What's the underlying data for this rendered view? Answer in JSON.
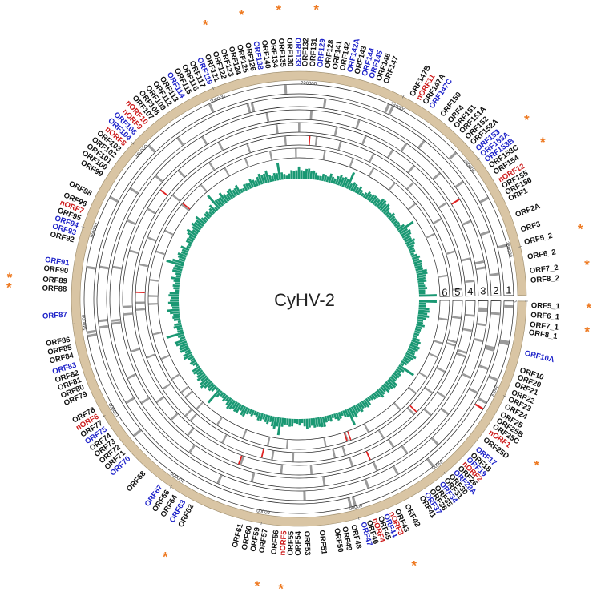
{
  "title": "CyHV-2",
  "genome_length": 290000,
  "colors": {
    "ideogram": "#d9c5a4",
    "ideogram_stroke": "#9a8a6a",
    "known": "#111111",
    "gene_blue": "#1d22c9",
    "gene_red": "#cc1a1a",
    "star": "#ee7a22",
    "hist": "#1a9873",
    "hit_gray": "#9a9a9a",
    "hit_red": "#e02020"
  },
  "track_labels": [
    "1",
    "2",
    "3",
    "4",
    "5",
    "6"
  ],
  "ticks": [
    {
      "pos": 0,
      "label": "0"
    },
    {
      "pos": 20000,
      "label": "20000"
    },
    {
      "pos": 40000,
      "label": "40000"
    },
    {
      "pos": 60000,
      "label": "60000"
    },
    {
      "pos": 80000,
      "label": "80000"
    },
    {
      "pos": 100000,
      "label": "100000"
    },
    {
      "pos": 120000,
      "label": "120000"
    },
    {
      "pos": 140000,
      "label": "140000"
    },
    {
      "pos": 160000,
      "label": "160000"
    },
    {
      "pos": 180000,
      "label": "180000"
    },
    {
      "pos": 200000,
      "label": "200000"
    },
    {
      "pos": 220000,
      "label": "220000"
    },
    {
      "pos": 240000,
      "label": "240000"
    },
    {
      "pos": 260000,
      "label": "260000"
    },
    {
      "pos": 280000,
      "label": "280000"
    }
  ],
  "genes": [
    {
      "name": "ORF5_1",
      "pos": 900,
      "cls": "k",
      "star": true
    },
    {
      "name": "ORF6_1",
      "pos": 2800,
      "cls": "k",
      "star": false
    },
    {
      "name": "ORF7_1",
      "pos": 4700,
      "cls": "k",
      "star": true
    },
    {
      "name": "ORF8_1",
      "pos": 6300,
      "cls": "k",
      "star": false
    },
    {
      "name": "ORF10A",
      "pos": 10500,
      "cls": "b",
      "star": false
    },
    {
      "name": "ORF10",
      "pos": 14000,
      "cls": "k",
      "star": false
    },
    {
      "name": "ORF20",
      "pos": 15500,
      "cls": "k",
      "star": false
    },
    {
      "name": "ORF21",
      "pos": 17000,
      "cls": "k",
      "star": false
    },
    {
      "name": "ORF22",
      "pos": 18700,
      "cls": "k",
      "star": false
    },
    {
      "name": "ORF23",
      "pos": 20200,
      "cls": "k",
      "star": false
    },
    {
      "name": "ORF24",
      "pos": 21800,
      "cls": "k",
      "star": false
    },
    {
      "name": "ORF25",
      "pos": 23600,
      "cls": "k",
      "star": false
    },
    {
      "name": "ORF25B",
      "pos": 25000,
      "cls": "k",
      "star": false
    },
    {
      "name": "ORF25C",
      "pos": 26400,
      "cls": "k",
      "star": false
    },
    {
      "name": "nORF1",
      "pos": 27800,
      "cls": "r",
      "star": true
    },
    {
      "name": "ORF25D",
      "pos": 29600,
      "cls": "k",
      "star": false
    },
    {
      "name": "ORF17",
      "pos": 32000,
      "cls": "b",
      "star": false
    },
    {
      "name": "ORF18",
      "pos": 33500,
      "cls": "k",
      "star": false
    },
    {
      "name": "ORF19",
      "pos": 34700,
      "cls": "b",
      "star": false
    },
    {
      "name": "nORF2",
      "pos": 35900,
      "cls": "r",
      "star": false
    },
    {
      "name": "ORF26",
      "pos": 37100,
      "cls": "k",
      "star": false
    },
    {
      "name": "ORF28A",
      "pos": 38300,
      "cls": "b",
      "star": false
    },
    {
      "name": "ORF30",
      "pos": 39500,
      "cls": "k",
      "star": false
    },
    {
      "name": "ORF31",
      "pos": 40700,
      "cls": "k",
      "star": false
    },
    {
      "name": "ORF34",
      "pos": 41900,
      "cls": "b",
      "star": false
    },
    {
      "name": "ORF35",
      "pos": 43100,
      "cls": "k",
      "star": false
    },
    {
      "name": "ORF36",
      "pos": 44300,
      "cls": "k",
      "star": false
    },
    {
      "name": "ORF37",
      "pos": 45500,
      "cls": "b",
      "star": false
    },
    {
      "name": "ORF41",
      "pos": 46700,
      "cls": "k",
      "star": false
    },
    {
      "name": "ORF42",
      "pos": 50000,
      "cls": "k",
      "star": false
    },
    {
      "name": "ORF43",
      "pos": 52200,
      "cls": "k",
      "star": false
    },
    {
      "name": "nORF3",
      "pos": 53400,
      "cls": "r",
      "star": true
    },
    {
      "name": "ORF44",
      "pos": 54600,
      "cls": "b",
      "star": false
    },
    {
      "name": "ORF45",
      "pos": 55800,
      "cls": "k",
      "star": false
    },
    {
      "name": "nORF4",
      "pos": 57000,
      "cls": "r",
      "star": false
    },
    {
      "name": "ORF46",
      "pos": 58200,
      "cls": "k",
      "star": false
    },
    {
      "name": "ORF47",
      "pos": 59400,
      "cls": "b",
      "star": false
    },
    {
      "name": "ORF48",
      "pos": 61400,
      "cls": "k",
      "star": false
    },
    {
      "name": "ORF49",
      "pos": 63200,
      "cls": "k",
      "star": false
    },
    {
      "name": "ORF50",
      "pos": 64800,
      "cls": "k",
      "star": false
    },
    {
      "name": "ORF51",
      "pos": 67800,
      "cls": "k",
      "star": false
    },
    {
      "name": "ORF53",
      "pos": 70800,
      "cls": "k",
      "star": false
    },
    {
      "name": "ORF54",
      "pos": 72400,
      "cls": "k",
      "star": false
    },
    {
      "name": "ORF55",
      "pos": 73800,
      "cls": "k",
      "star": false
    },
    {
      "name": "nORF5",
      "pos": 75200,
      "cls": "r",
      "star": true
    },
    {
      "name": "ORF56",
      "pos": 76800,
      "cls": "k",
      "star": false
    },
    {
      "name": "ORF57",
      "pos": 79000,
      "cls": "k",
      "star": true
    },
    {
      "name": "ORF59",
      "pos": 80600,
      "cls": "k",
      "star": false
    },
    {
      "name": "ORF60",
      "pos": 82200,
      "cls": "k",
      "star": false
    },
    {
      "name": "ORF61",
      "pos": 84000,
      "cls": "k",
      "star": false
    },
    {
      "name": "ORF62",
      "pos": 94500,
      "cls": "k",
      "star": true
    },
    {
      "name": "ORF63",
      "pos": 96300,
      "cls": "b",
      "star": false
    },
    {
      "name": "ORF64",
      "pos": 98200,
      "cls": "k",
      "star": false
    },
    {
      "name": "ORF66",
      "pos": 100000,
      "cls": "k",
      "star": false
    },
    {
      "name": "ORF67",
      "pos": 101700,
      "cls": "b",
      "star": false
    },
    {
      "name": "ORF68",
      "pos": 106000,
      "cls": "k",
      "star": false
    },
    {
      "name": "ORF70",
      "pos": 110200,
      "cls": "b",
      "star": false
    },
    {
      "name": "ORF71",
      "pos": 111700,
      "cls": "k",
      "star": false
    },
    {
      "name": "ORF72",
      "pos": 113200,
      "cls": "k",
      "star": false
    },
    {
      "name": "ORF73",
      "pos": 114700,
      "cls": "k",
      "star": false
    },
    {
      "name": "ORF74",
      "pos": 116100,
      "cls": "k",
      "star": false
    },
    {
      "name": "ORF75",
      "pos": 117600,
      "cls": "b",
      "star": false
    },
    {
      "name": "ORF77",
      "pos": 119100,
      "cls": "k",
      "star": false
    },
    {
      "name": "nORF6",
      "pos": 120600,
      "cls": "r",
      "star": false
    },
    {
      "name": "ORF78",
      "pos": 122100,
      "cls": "k",
      "star": false
    },
    {
      "name": "ORF79",
      "pos": 125600,
      "cls": "k",
      "star": false
    },
    {
      "name": "ORF80",
      "pos": 127100,
      "cls": "k",
      "star": false
    },
    {
      "name": "ORF81",
      "pos": 128600,
      "cls": "k",
      "star": false
    },
    {
      "name": "ORF82",
      "pos": 130100,
      "cls": "k",
      "star": false
    },
    {
      "name": "ORF83",
      "pos": 131700,
      "cls": "b",
      "star": false
    },
    {
      "name": "ORF84",
      "pos": 133700,
      "cls": "k",
      "star": false
    },
    {
      "name": "ORF85",
      "pos": 135300,
      "cls": "k",
      "star": false
    },
    {
      "name": "ORF86",
      "pos": 136900,
      "cls": "k",
      "star": false
    },
    {
      "name": "ORF87",
      "pos": 141900,
      "cls": "b",
      "star": false
    },
    {
      "name": "ORF88",
      "pos": 147000,
      "cls": "k",
      "star": true
    },
    {
      "name": "ORF89",
      "pos": 148600,
      "cls": "k",
      "star": true
    },
    {
      "name": "ORF90",
      "pos": 150600,
      "cls": "k",
      "star": false
    },
    {
      "name": "ORF91",
      "pos": 152200,
      "cls": "b",
      "star": false
    },
    {
      "name": "ORF92",
      "pos": 156900,
      "cls": "k",
      "star": false
    },
    {
      "name": "ORF93",
      "pos": 158400,
      "cls": "b",
      "star": false
    },
    {
      "name": "ORF94",
      "pos": 159900,
      "cls": "b",
      "star": false
    },
    {
      "name": "ORF95",
      "pos": 161400,
      "cls": "k",
      "star": false
    },
    {
      "name": "nORF7",
      "pos": 162900,
      "cls": "r",
      "star": false
    },
    {
      "name": "ORF96",
      "pos": 164400,
      "cls": "k",
      "star": false
    },
    {
      "name": "ORF98",
      "pos": 166700,
      "cls": "k",
      "star": false
    },
    {
      "name": "ORF99",
      "pos": 171100,
      "cls": "k",
      "star": false
    },
    {
      "name": "ORF100",
      "pos": 172700,
      "cls": "k",
      "star": false
    },
    {
      "name": "ORF101",
      "pos": 174200,
      "cls": "k",
      "star": false
    },
    {
      "name": "ORF102",
      "pos": 175700,
      "cls": "k",
      "star": false
    },
    {
      "name": "ORF103",
      "pos": 177200,
      "cls": "k",
      "star": false
    },
    {
      "name": "nORF8",
      "pos": 178700,
      "cls": "r",
      "star": false
    },
    {
      "name": "ORF104",
      "pos": 180200,
      "cls": "b",
      "star": false
    },
    {
      "name": "ORF106",
      "pos": 181700,
      "cls": "b",
      "star": false
    },
    {
      "name": "nORF9",
      "pos": 183200,
      "cls": "r",
      "star": false
    },
    {
      "name": "nORF10",
      "pos": 184700,
      "cls": "r",
      "star": false
    },
    {
      "name": "ORF107",
      "pos": 186200,
      "cls": "k",
      "star": false
    },
    {
      "name": "ORF108",
      "pos": 187700,
      "cls": "k",
      "star": false
    },
    {
      "name": "ORF109",
      "pos": 189200,
      "cls": "k",
      "star": false
    },
    {
      "name": "ORF112",
      "pos": 190700,
      "cls": "k",
      "star": false
    },
    {
      "name": "ORF113",
      "pos": 192200,
      "cls": "k",
      "star": false
    },
    {
      "name": "ORF114",
      "pos": 193700,
      "cls": "b",
      "star": false
    },
    {
      "name": "ORF115",
      "pos": 195200,
      "cls": "k",
      "star": false
    },
    {
      "name": "ORF116",
      "pos": 196700,
      "cls": "k",
      "star": false
    },
    {
      "name": "ORF117",
      "pos": 198200,
      "cls": "k",
      "star": false
    },
    {
      "name": "ORF119",
      "pos": 199700,
      "cls": "b",
      "star": false
    },
    {
      "name": "ORF121",
      "pos": 201200,
      "cls": "k",
      "star": false
    },
    {
      "name": "ORF122",
      "pos": 202700,
      "cls": "k",
      "star": true
    },
    {
      "name": "ORF123",
      "pos": 204200,
      "cls": "k",
      "star": false
    },
    {
      "name": "ORF124",
      "pos": 205700,
      "cls": "k",
      "star": false
    },
    {
      "name": "ORF125",
      "pos": 207200,
      "cls": "k",
      "star": false
    },
    {
      "name": "ORF126",
      "pos": 208700,
      "cls": "k",
      "star": true
    },
    {
      "name": "ORF138",
      "pos": 210200,
      "cls": "b",
      "star": false
    },
    {
      "name": "ORF140",
      "pos": 211700,
      "cls": "k",
      "star": false
    },
    {
      "name": "ORF134",
      "pos": 213200,
      "cls": "k",
      "star": false
    },
    {
      "name": "ORF135",
      "pos": 214700,
      "cls": "k",
      "star": true
    },
    {
      "name": "ORF130",
      "pos": 216200,
      "cls": "k",
      "star": false
    },
    {
      "name": "ORF133",
      "pos": 217700,
      "cls": "b",
      "star": false
    },
    {
      "name": "ORF132",
      "pos": 219200,
      "cls": "k",
      "star": false
    },
    {
      "name": "ORF131",
      "pos": 220700,
      "cls": "k",
      "star": true
    },
    {
      "name": "ORF129",
      "pos": 222200,
      "cls": "b",
      "star": false
    },
    {
      "name": "ORF128",
      "pos": 223700,
      "cls": "k",
      "star": false
    },
    {
      "name": "ORF141",
      "pos": 225200,
      "cls": "k",
      "star": false
    },
    {
      "name": "ORF142",
      "pos": 226700,
      "cls": "k",
      "star": false
    },
    {
      "name": "ORF142A",
      "pos": 228200,
      "cls": "b",
      "star": false
    },
    {
      "name": "ORF143",
      "pos": 229700,
      "cls": "k",
      "star": false
    },
    {
      "name": "ORF144",
      "pos": 231200,
      "cls": "b",
      "star": false
    },
    {
      "name": "ORF145",
      "pos": 232700,
      "cls": "b",
      "star": false
    },
    {
      "name": "ORF146",
      "pos": 234200,
      "cls": "k",
      "star": false
    },
    {
      "name": "ORF147",
      "pos": 235700,
      "cls": "k",
      "star": false
    },
    {
      "name": "ORF147B",
      "pos": 241500,
      "cls": "k",
      "star": false
    },
    {
      "name": "nORF11",
      "pos": 243000,
      "cls": "r",
      "star": false
    },
    {
      "name": "ORF147A",
      "pos": 244500,
      "cls": "k",
      "star": false
    },
    {
      "name": "ORF147C",
      "pos": 246000,
      "cls": "b",
      "star": false
    },
    {
      "name": "ORF150",
      "pos": 248700,
      "cls": "k",
      "star": false
    },
    {
      "name": "ORF4",
      "pos": 250600,
      "cls": "k",
      "star": false
    },
    {
      "name": "ORF151",
      "pos": 252200,
      "cls": "k",
      "star": false
    },
    {
      "name": "ORF151A",
      "pos": 253700,
      "cls": "k",
      "star": false
    },
    {
      "name": "ORF152",
      "pos": 255300,
      "cls": "k",
      "star": false
    },
    {
      "name": "ORF152A",
      "pos": 256800,
      "cls": "k",
      "star": false
    },
    {
      "name": "ORF153",
      "pos": 258400,
      "cls": "b",
      "star": false
    },
    {
      "name": "ORF153A",
      "pos": 259800,
      "cls": "b",
      "star": true
    },
    {
      "name": "ORF153B",
      "pos": 261200,
      "cls": "b",
      "star": false
    },
    {
      "name": "ORF153C",
      "pos": 262600,
      "cls": "k",
      "star": false
    },
    {
      "name": "ORF154",
      "pos": 264200,
      "cls": "k",
      "star": true
    },
    {
      "name": "nORF12",
      "pos": 266000,
      "cls": "r",
      "star": false
    },
    {
      "name": "ORF155",
      "pos": 267400,
      "cls": "k",
      "star": false
    },
    {
      "name": "ORF156",
      "pos": 268800,
      "cls": "k",
      "star": false
    },
    {
      "name": "ORF1",
      "pos": 270200,
      "cls": "k",
      "star": false
    },
    {
      "name": "ORF2A",
      "pos": 273700,
      "cls": "k",
      "star": false
    },
    {
      "name": "ORF3",
      "pos": 276800,
      "cls": "k",
      "star": false
    },
    {
      "name": "ORF5_2",
      "pos": 279400,
      "cls": "k",
      "star": true
    },
    {
      "name": "ORF6_2",
      "pos": 282400,
      "cls": "k",
      "star": false
    },
    {
      "name": "ORF7_2",
      "pos": 285200,
      "cls": "k",
      "star": true
    },
    {
      "name": "ORF8_2",
      "pos": 287100,
      "cls": "k",
      "star": false
    }
  ],
  "tracks": [
    {
      "id": "1",
      "hits": [
        1200,
        9000,
        9400,
        17500,
        23000,
        41000,
        60000,
        61000,
        113000,
        137000,
        137800,
        152000,
        168000,
        182000,
        198000,
        215000,
        238000,
        239000,
        256000,
        268000,
        279000
      ],
      "red": [
        24500
      ]
    },
    {
      "id": "2",
      "hits": [
        3000,
        11000,
        11500,
        16000,
        22000,
        37000,
        48500,
        56000,
        71000,
        91500,
        120000,
        138500,
        140000,
        152500,
        172000,
        188000,
        206000,
        207000,
        224000,
        249000,
        262000,
        275000,
        285000
      ],
      "red": []
    },
    {
      "id": "3",
      "hits": [
        2000,
        2500,
        6000,
        10000,
        19500,
        30000,
        44000,
        52500,
        66000,
        84000,
        101000,
        118000,
        125000,
        139000,
        139700,
        153000,
        165000,
        178000,
        193000,
        210000,
        221000,
        233000,
        246000,
        257000,
        271000,
        281500,
        283000
      ],
      "red": [
        265000
      ]
    },
    {
      "id": "4",
      "hits": [
        4000,
        8000,
        14000,
        15000,
        27000,
        33000,
        46000,
        58000,
        69000,
        77000,
        88000,
        104000,
        110000,
        116000,
        131000,
        141000,
        143000,
        158000,
        170000,
        183000,
        196000,
        212000,
        218000,
        228000,
        236000,
        244000,
        251000,
        264000,
        280000,
        286000
      ],
      "red": [
        53000,
        88500,
        176000
      ]
    },
    {
      "id": "5",
      "hits": [
        5000,
        12000,
        13000,
        21000,
        28000,
        36000,
        47000,
        59000,
        62000,
        74000,
        80000,
        95000,
        106000,
        108000,
        118000,
        128000,
        142000,
        144000,
        155000,
        163000,
        177000,
        191000,
        203000,
        214000,
        223000,
        230000,
        240000,
        254000,
        267000,
        277000,
        288000
      ],
      "red": [
        35000,
        83000,
        147000,
        221000
      ]
    },
    {
      "id": "6",
      "hits": [
        6000,
        13500,
        18000,
        25000,
        31000,
        38000,
        50000,
        57000,
        64000,
        76000,
        82000,
        90000,
        99000,
        107000,
        112000,
        114000,
        119000,
        126000,
        134000,
        143500,
        146000,
        151000,
        160000,
        167000,
        176500,
        185000,
        194000,
        201000,
        209000,
        217000,
        226000,
        235000,
        242000,
        250000,
        259000,
        270000,
        283500
      ],
      "red": [
        56000,
        57200,
        177000
      ]
    }
  ]
}
